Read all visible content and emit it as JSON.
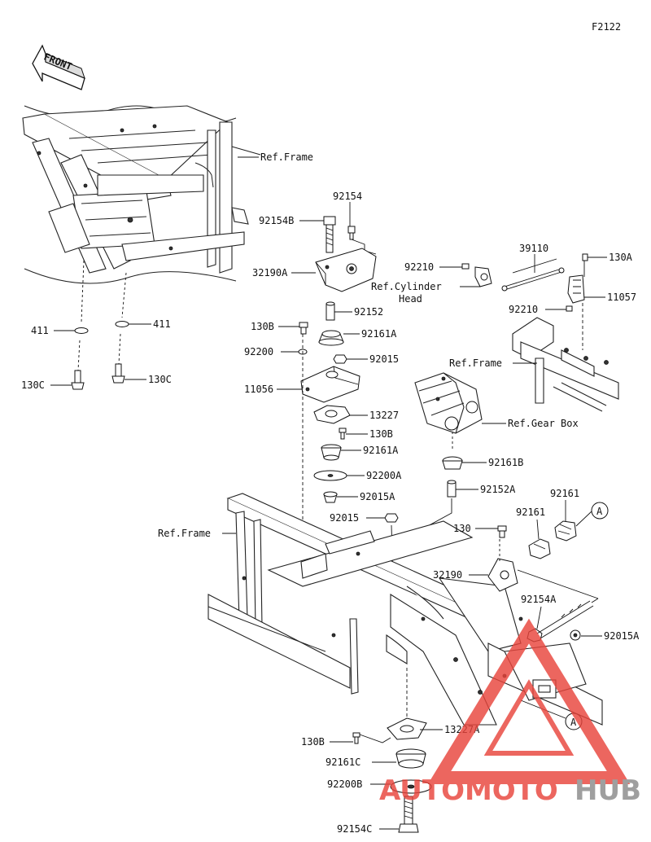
{
  "figure_code": "F2122",
  "front_label": "FRONT",
  "circle_label": "A",
  "watermark": {
    "part1": "AUTOMOTO",
    "part2": "HUB",
    "color_red": "#e8453c",
    "color_gray": "#8a8a8a"
  },
  "labels": {
    "ref_frame_top": "Ref.Frame",
    "ref_frame_right": "Ref.Frame",
    "ref_frame_main": "Ref.Frame",
    "ref_cyl_line1": "Ref.Cylinder",
    "ref_cyl_line2": "Head",
    "ref_gear_box": "Ref.Gear Box",
    "p92154": "92154",
    "p92154B": "92154B",
    "p32190A": "32190A",
    "p92152": "92152",
    "p130B_top": "130B",
    "p92161A_top": "92161A",
    "p92200": "92200",
    "p92015_mid": "92015",
    "p11056": "11056",
    "p13227": "13227",
    "p130B_mid": "130B",
    "p92161A_mid": "92161A",
    "p92200A": "92200A",
    "p92015A_mid": "92015A",
    "p92015_low": "92015",
    "p411_left": "411",
    "p411_right": "411",
    "p130C_left": "130C",
    "p130C_right": "130C",
    "p92210_top": "92210",
    "p39110": "39110",
    "p130A": "130A",
    "p92210_low": "92210",
    "p11057": "11057",
    "p92161B": "92161B",
    "p92152A": "92152A",
    "p92161_top": "92161",
    "p92161_mid": "92161",
    "p130": "130",
    "p32190": "32190",
    "p92154A": "92154A",
    "p92015A_right": "92015A",
    "p13227A": "13227A",
    "p130B_low": "130B",
    "p92161C": "92161C",
    "p92200B": "92200B",
    "p92154C": "92154C"
  }
}
